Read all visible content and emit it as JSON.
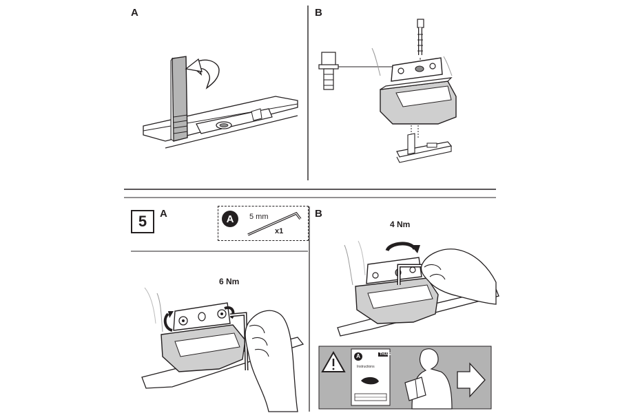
{
  "panels": {
    "top_left_label": "A",
    "top_right_label": "B",
    "step_number": "5",
    "bottom_left_label": "A",
    "bottom_right_label": "B"
  },
  "tool": {
    "badge_letter": "A",
    "size": "5 mm",
    "quantity": "x1"
  },
  "torque": {
    "step_a": "6 Nm",
    "step_b": "4 Nm"
  },
  "warning": {
    "manual_brand": "THULE",
    "manual_badge": "A",
    "manual_title": "Instructions"
  },
  "colors": {
    "line": "#231f20",
    "fill_dark": "#8a8a8a",
    "fill_mid": "#cfcfcf",
    "warning_bg": "#b3b3b3"
  }
}
